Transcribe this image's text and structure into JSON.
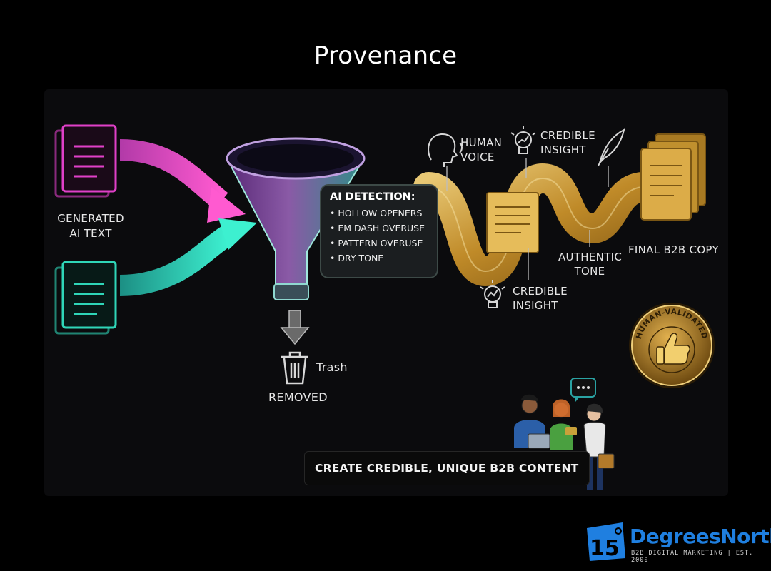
{
  "title": "Provenance",
  "input": {
    "label_line1": "GENERATED",
    "label_line2": "AI TEXT"
  },
  "detection": {
    "heading": "AI DETECTION:",
    "items": [
      "HOLLOW OPENERS",
      "EM DASH OVERUSE",
      "PATTERN OVERUSE",
      "DRY TONE"
    ]
  },
  "waste": {
    "arrow": "down-arrow",
    "trash_label": "Trash",
    "removed_label": "REMOVED"
  },
  "qualities": {
    "human_voice": [
      "HUMAN",
      "VOICE"
    ],
    "credible_insight_top": [
      "CREDIBLE",
      "INSIGHT"
    ],
    "credible_insight_bottom": [
      "CREDIBLE",
      "INSIGHT"
    ],
    "authentic_tone": [
      "AUTHENTIC",
      "TONE"
    ]
  },
  "output": {
    "label": "FINAL B2B COPY"
  },
  "badge": {
    "text": "HUMAN-VALIDATED",
    "icon": "thumbs-up-icon"
  },
  "cta": {
    "text": "CREATE CREDIBLE, UNIQUE B2B CONTENT"
  },
  "logo": {
    "number": "15",
    "name": "DegreesNorth",
    "tagline": "B2B DIGITAL MARKETING | EST. 2000"
  },
  "colors": {
    "magenta": "#e040c8",
    "teal": "#2fd6b8",
    "gold": "#d9a93a",
    "brand_blue": "#1f7fe0"
  }
}
